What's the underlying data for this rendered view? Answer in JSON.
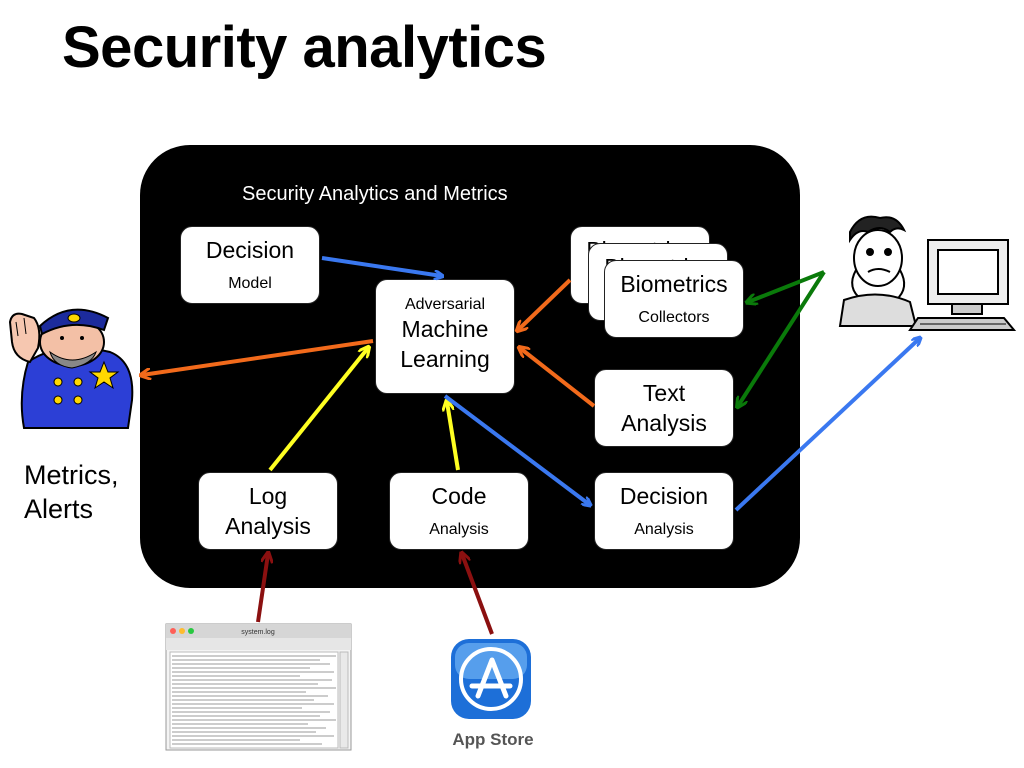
{
  "title": "Security analytics",
  "panel": {
    "title": "Security Analytics and Metrics"
  },
  "nodes": {
    "decision_model": {
      "label": "Decision",
      "sublabel": "Model"
    },
    "adversarial_ml": {
      "sublabel": "Adversarial",
      "label_line1": "Machine",
      "label_line2": "Learning"
    },
    "biometrics_back2": {
      "label": "Biometrics"
    },
    "biometrics_back1": {
      "label": "Biometrics"
    },
    "biometrics": {
      "label": "Biometrics",
      "sublabel": "Collectors"
    },
    "text_analysis": {
      "label_line1": "Text",
      "label_line2": "Analysis"
    },
    "log_analysis": {
      "label_line1": "Log",
      "label_line2": "Analysis"
    },
    "code_analysis": {
      "label": "Code",
      "sublabel": "Analysis"
    },
    "decision_analysis": {
      "label": "Decision",
      "sublabel": "Analysis"
    }
  },
  "metrics_alerts": {
    "line1": "Metrics,",
    "line2": "Alerts"
  },
  "app_store": {
    "label": "App Store"
  },
  "system_log": {
    "window_title": "system.log"
  },
  "colors": {
    "blue": "#3a78f0",
    "orange": "#f26a1b",
    "yellow": "#ffff22",
    "green": "#0a7a0a",
    "dark_red": "#8b1010",
    "panel": "#000000"
  }
}
